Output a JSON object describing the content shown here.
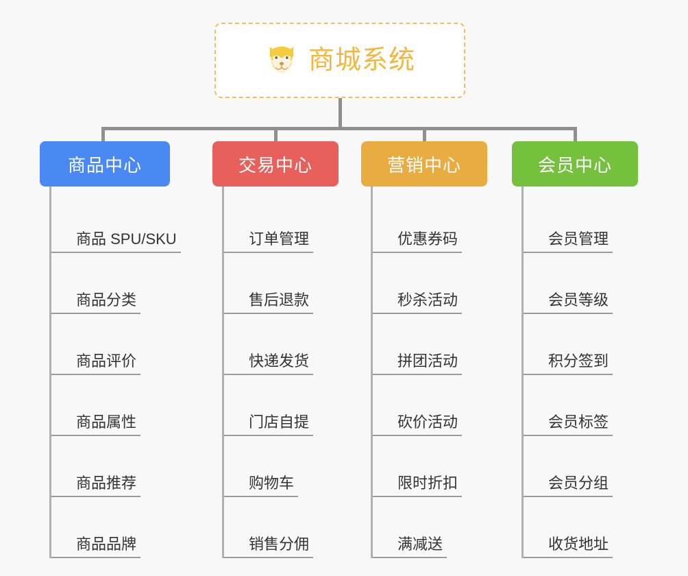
{
  "root": {
    "title": "商城系统",
    "icon": "shiba-dog-icon",
    "title_color": "#f0b840",
    "border_color": "#f0c060"
  },
  "canvas": {
    "background": "#f8f8f8",
    "connector_color": "#909090"
  },
  "branches": [
    {
      "label": "商品中心",
      "color": "#4a89f3",
      "items": [
        "商品 SPU/SKU",
        "商品分类",
        "商品评价",
        "商品属性",
        "商品推荐",
        "商品品牌"
      ]
    },
    {
      "label": "交易中心",
      "color": "#e8605c",
      "items": [
        "订单管理",
        "售后退款",
        "快递发货",
        "门店自提",
        "购物车",
        "销售分佣"
      ]
    },
    {
      "label": "营销中心",
      "color": "#e8ac40",
      "items": [
        "优惠券码",
        "秒杀活动",
        "拼团活动",
        "砍价活动",
        "限时折扣",
        "满减送"
      ]
    },
    {
      "label": "会员中心",
      "color": "#75c03c",
      "items": [
        "会员管理",
        "会员等级",
        "积分签到",
        "会员标签",
        "会员分组",
        "收货地址"
      ]
    }
  ]
}
